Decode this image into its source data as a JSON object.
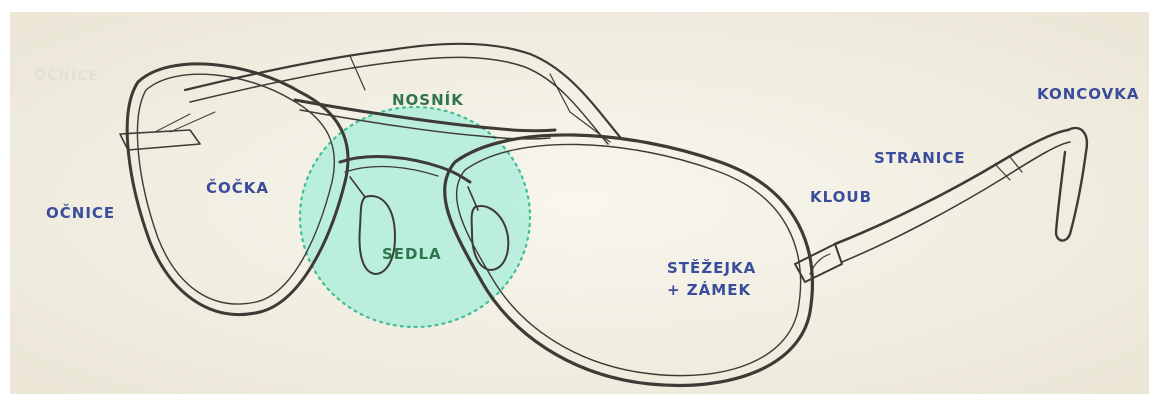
{
  "diagram": {
    "labels": {
      "ocnice": "OČNICE",
      "cocka": "ČOČKA",
      "nosnik": "NOSNÍK",
      "sedla": "SEDLA",
      "stezejka_line1": "STĚŽEJKA",
      "stezejka_line2": "+ ZÁMEK",
      "kloub": "KLOUB",
      "stranice": "STRANICE",
      "koncovka": "KONCOVKA"
    },
    "ghost_text": "OČNICE",
    "colors": {
      "background": "#f4f1e6",
      "label_blue": "#3a4c9c",
      "label_green": "#2f7650",
      "highlight": "#9fe8d6",
      "highlight_border": "#3fbf93",
      "ink": "#3e3b36"
    }
  }
}
